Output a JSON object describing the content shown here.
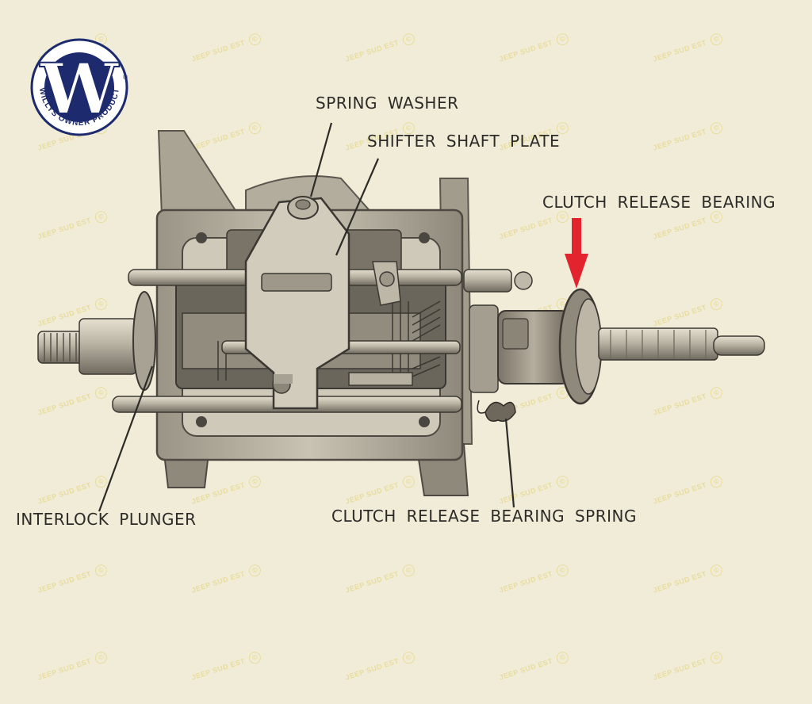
{
  "labels": {
    "spring_washer": "SPRING WASHER",
    "shifter_shaft_plate": "SHIFTER SHAFT PLATE",
    "clutch_release_bearing": "CLUTCH RELEASE BEARING",
    "interlock_plunger": "INTERLOCK PLUNGER",
    "clutch_release_bearing_spring": "CLUTCH RELEASE BEARING SPRING"
  },
  "logo": {
    "letter": "W",
    "ring_text": "WILLYS OWNER PRODUCT",
    "registered": "®"
  },
  "watermark": {
    "text": "JEEP SUD EST",
    "symbol": "©"
  },
  "colors": {
    "background": "#f1ecd7",
    "arrow": "#e3232d",
    "logo_blue": "#1d2b6e",
    "text": "#2c2b28",
    "watermark": "#e9dc9c"
  }
}
